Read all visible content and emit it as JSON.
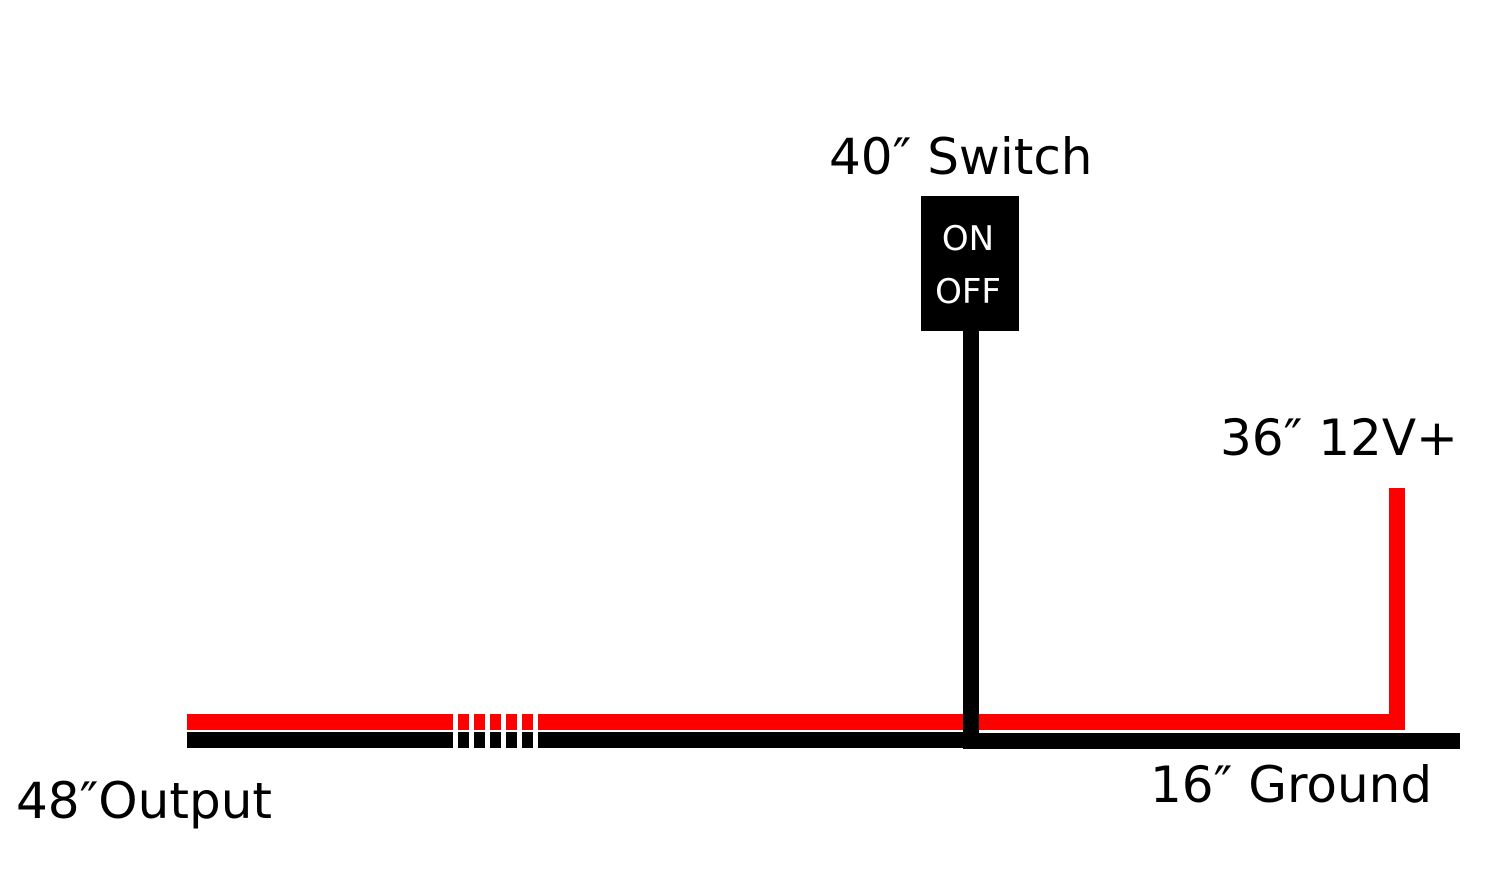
{
  "labels": {
    "switch": "40″ Switch",
    "positive": "36″ 12V+",
    "output": "48″Output",
    "ground": "16″ Ground"
  },
  "switch_box": {
    "on_text": "ON",
    "off_text": "OFF"
  },
  "colors": {
    "positive_wire": "#ff0000",
    "ground_wire": "#000000",
    "switch_body": "#000000",
    "switch_text": "#ffffff",
    "background": "#ffffff"
  }
}
